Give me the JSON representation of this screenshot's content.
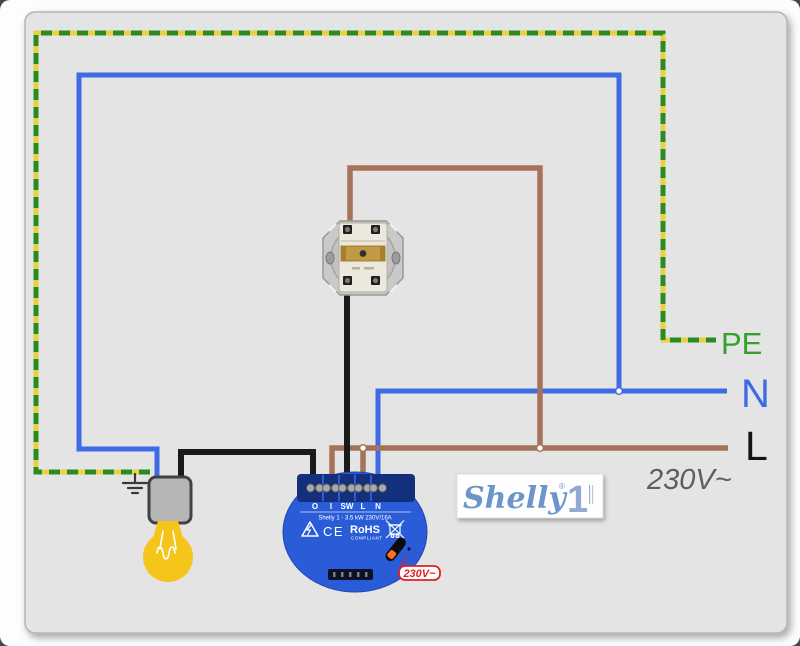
{
  "labels": {
    "pe": "PE",
    "neutral": "N",
    "line": "L",
    "voltage": "230V~"
  },
  "shelly": {
    "terminals": [
      "O",
      "I",
      "SW",
      "L",
      "N"
    ],
    "spec": "Shelly 1 - 3.5 kW 230V/16A",
    "ce_mark": "CE",
    "rohs": "RoHS",
    "rohs_sub": "COMPLIANT",
    "voltage_badge": "230V~"
  },
  "logo": {
    "brand": "Shelly",
    "registered": "®",
    "model": "1"
  },
  "colors": {
    "canvas_bg": "#e4e4e4",
    "pe_green": "#2c8a22",
    "pe_yellow": "#e8d23f",
    "neutral_blue": "#3e6ae3",
    "line_brown": "#a6735a",
    "wire_black": "#1a1a1a",
    "device_blue": "#2b5cd8",
    "terminal_navy": "#14307c",
    "bulb_yellow": "#f5c51b",
    "badge_red": "#e02020",
    "label_green": "#35a02b"
  }
}
